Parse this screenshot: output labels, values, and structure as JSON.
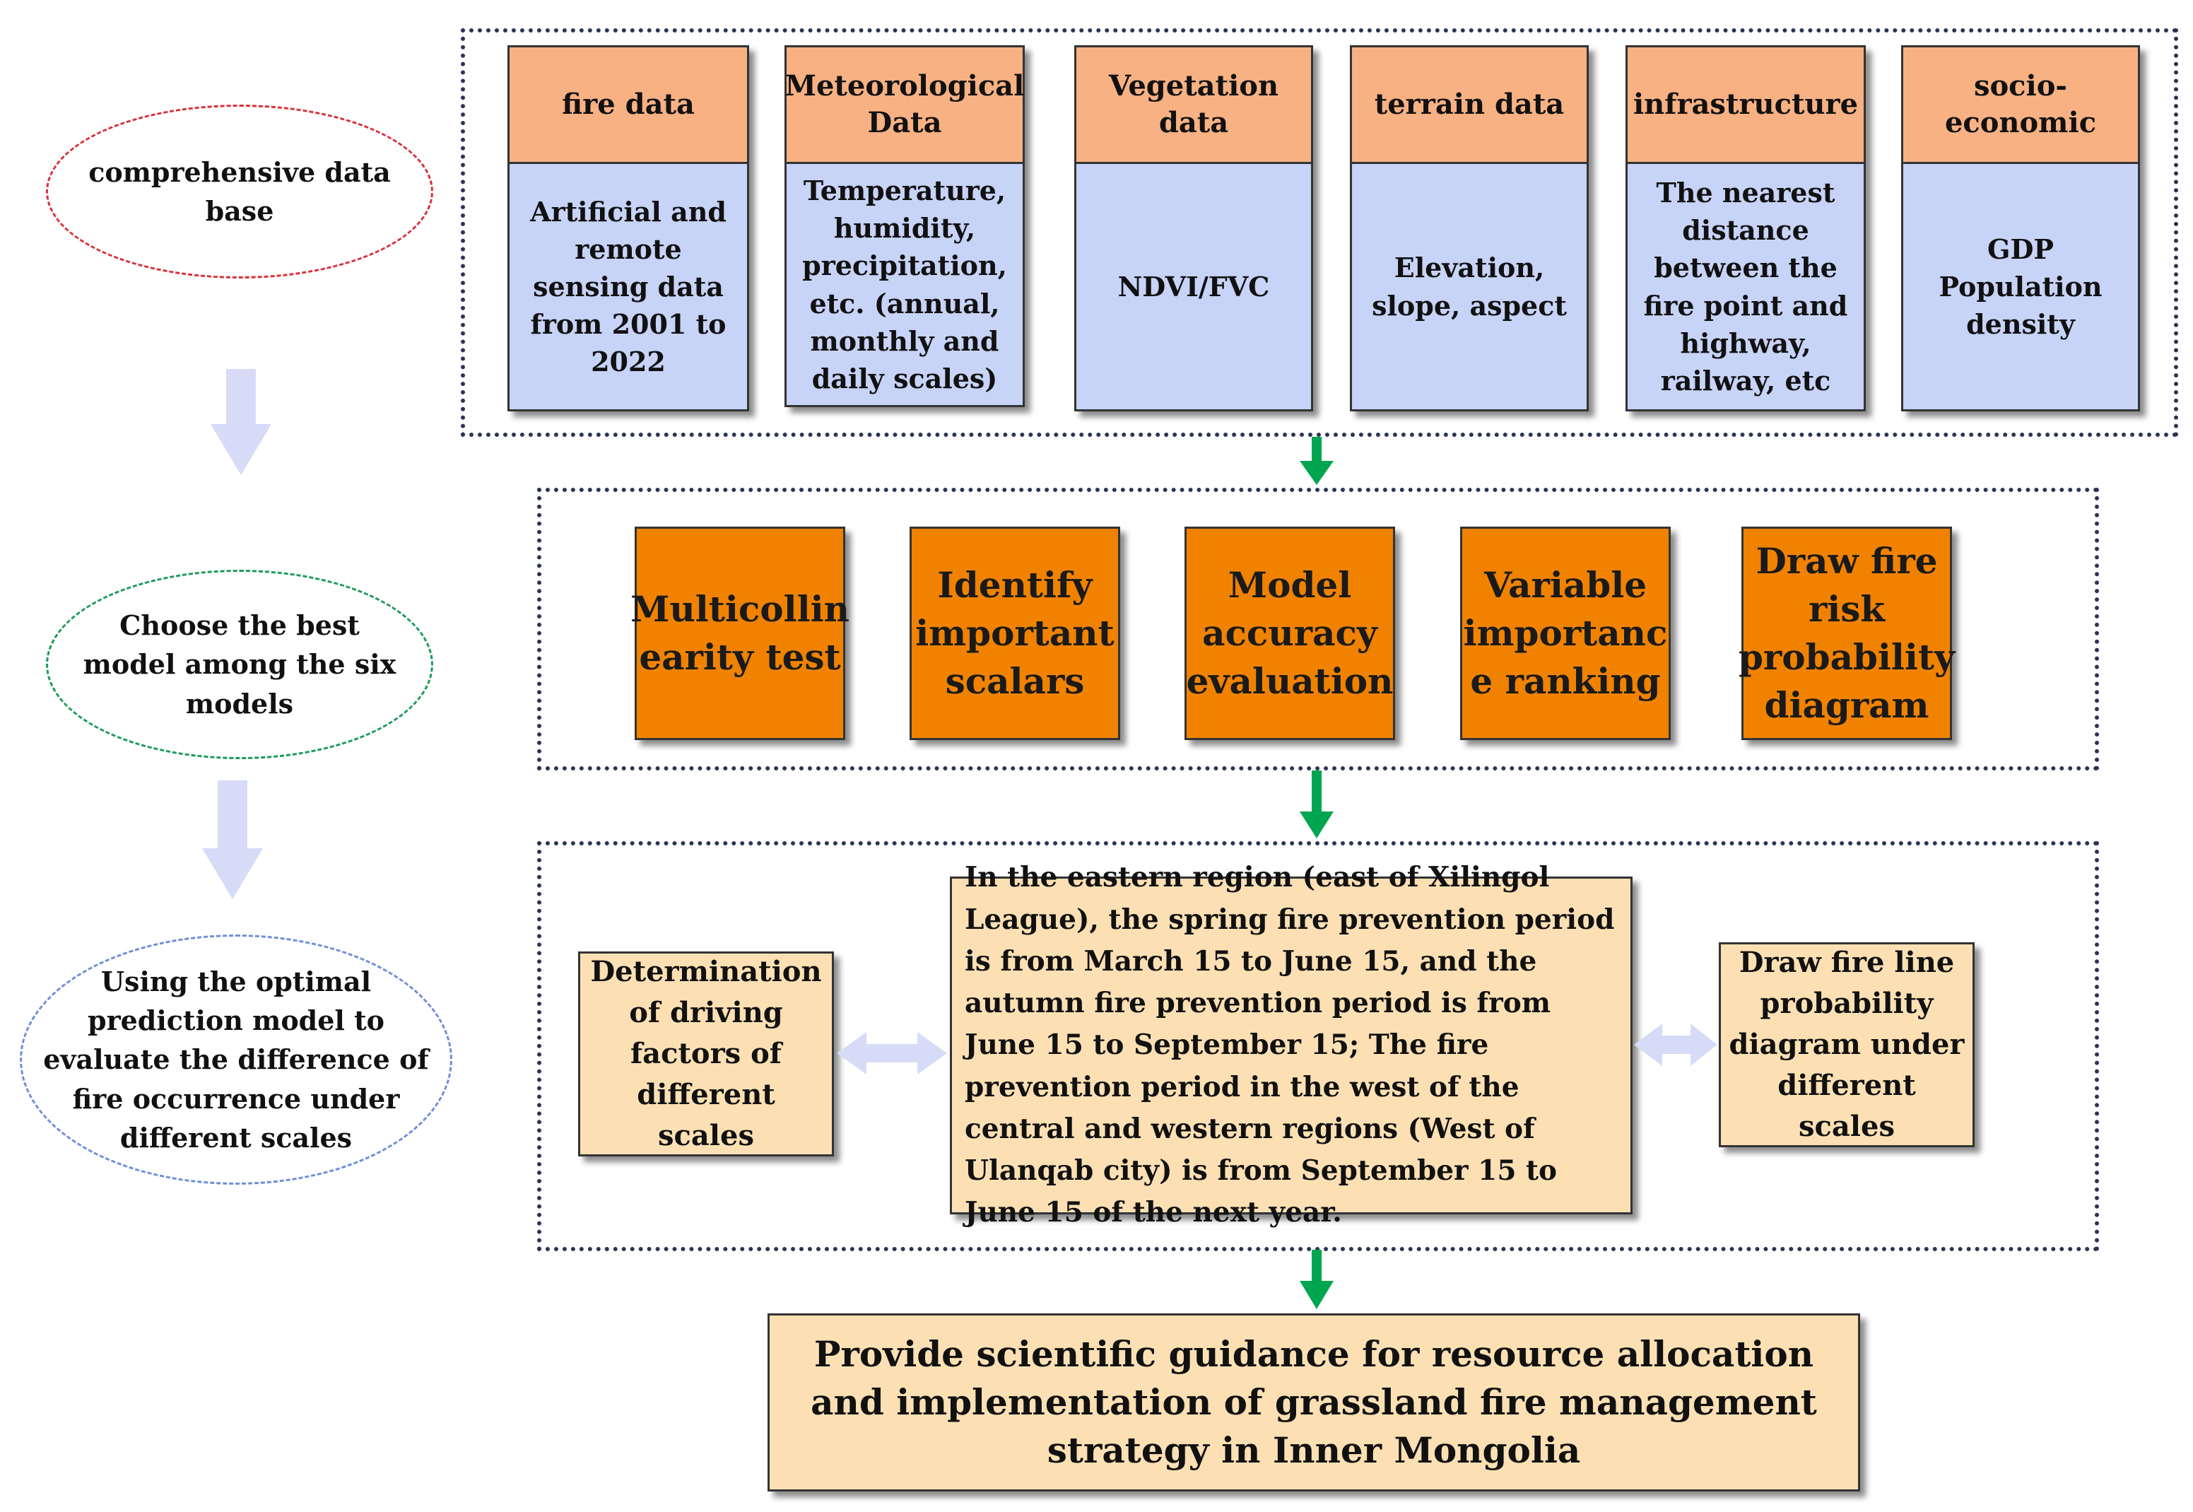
{
  "left_flow": {
    "stage1": "comprehensive data base",
    "stage2": "Choose the best model among the six models",
    "stage3": "Using the optimal prediction model to evaluate the difference of fire occurrence under different scales"
  },
  "data_sources": [
    {
      "title": "fire data",
      "detail": "Artificial and remote sensing data from 2001 to 2022"
    },
    {
      "title": "Meteorological Data",
      "detail": "Temperature, humidity, precipitation, etc. (annual, monthly and daily scales)"
    },
    {
      "title": "Vegetation data",
      "detail": "NDVI/FVC"
    },
    {
      "title": "terrain data",
      "detail": "Elevation, slope, aspect"
    },
    {
      "title": "infrastructure",
      "detail": "The nearest distance between the fire point and highway, railway, etc"
    },
    {
      "title": "socio-economic",
      "detail": "GDP Population density"
    }
  ],
  "model_steps": [
    "Multicollin earity test",
    "Identify important scalars",
    "Model accuracy evaluation",
    "Variable importanc e ranking",
    "Draw fire risk probability diagram"
  ],
  "analysis": {
    "left": "Determination of driving factors of different scales",
    "center": "In the eastern region (east of Xilingol League), the spring fire prevention period is from March 15 to June 15, and the autumn fire prevention period is from June 15 to September 15; The fire prevention period in the west of the central and western regions (West of Ulanqab city) is from September 15 to June 15 of the next year.",
    "right": "Draw fire line probability diagram under different scales"
  },
  "conclusion": "Provide scientific guidance for resource allocation and implementation of grassland fire management strategy in Inner Mongolia",
  "colors": {
    "header_orange": "#f8b183",
    "card_blue": "#c7d3f7",
    "step_orange": "#f08200",
    "peach": "#fce0b4",
    "flow_arrow": "#00a550",
    "pale_arrow": "#d6dcf7",
    "ellipse_red": "#d9303a",
    "ellipse_green": "#1b9a5a",
    "ellipse_blue": "#6f8fd8"
  }
}
